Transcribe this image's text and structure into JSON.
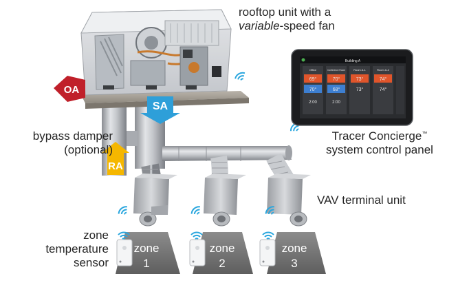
{
  "labels": {
    "rooftop_line1": "rooftop unit with a",
    "rooftop_italic": "variable",
    "rooftop_line2_rest": "-speed fan",
    "bypass_line1": "bypass damper",
    "bypass_line2": "(optional)",
    "panel_line1": "Tracer Concierge",
    "panel_tm": "™",
    "panel_line2": "system control panel",
    "vav": "VAV terminal unit",
    "sensor_line1": "zone",
    "sensor_line2": "temperature",
    "sensor_line3": "sensor"
  },
  "arrows": {
    "oa": "OA",
    "sa": "SA",
    "ra": "RA"
  },
  "arrow_colors": {
    "oa": "#c0202a",
    "sa": "#2e9fd9",
    "ra": "#f5b700"
  },
  "zones": [
    {
      "word": "zone",
      "number": "1"
    },
    {
      "word": "zone",
      "number": "2"
    },
    {
      "word": "zone",
      "number": "3"
    }
  ],
  "screen": {
    "title": "Building A",
    "columns": [
      {
        "name": "Office",
        "setpoint": "69°",
        "temp": "70°",
        "value": "2:00"
      },
      {
        "name": "Conference Room",
        "setpoint": "70°",
        "temp": "68°",
        "value": "2:00"
      },
      {
        "name": "Room A-1",
        "setpoint": "73°",
        "temp": "73°",
        "value": ""
      },
      {
        "name": "Room A-2",
        "setpoint": "74°",
        "temp": "74°",
        "value": ""
      }
    ]
  }
}
